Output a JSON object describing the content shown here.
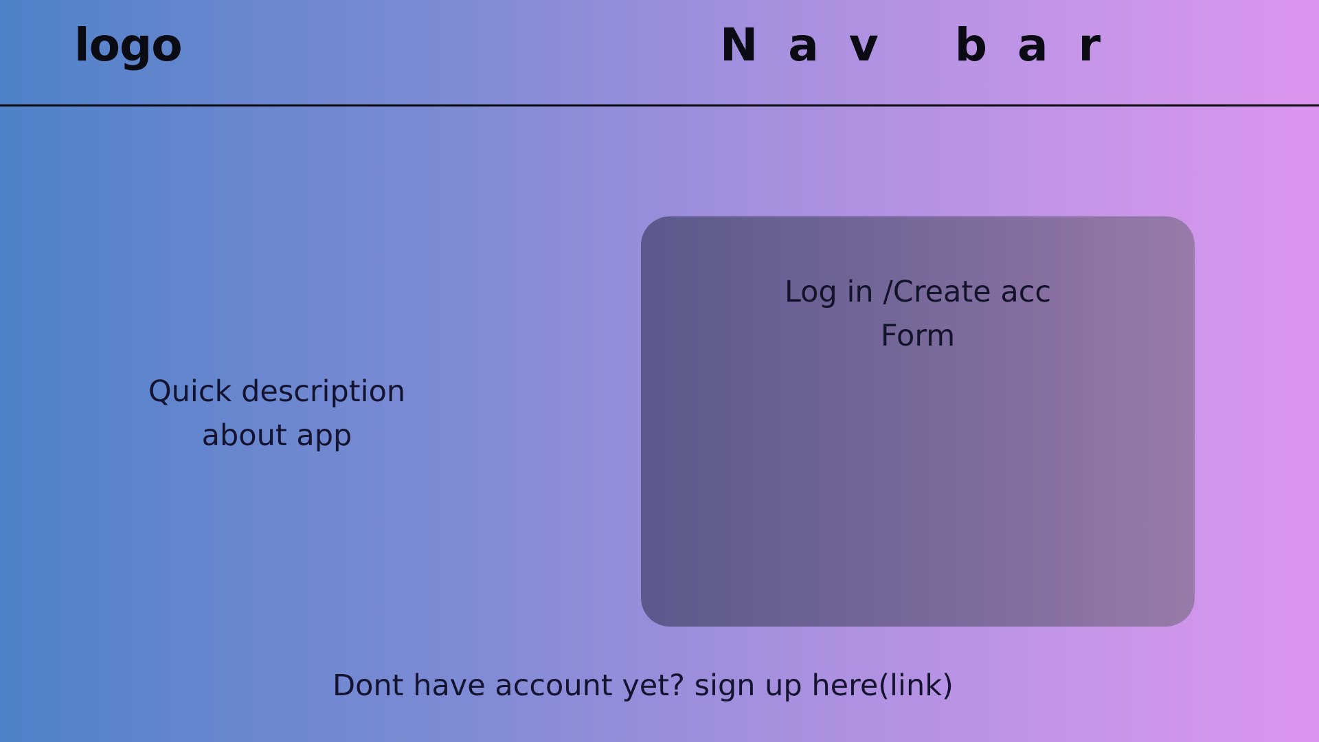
{
  "header": {
    "logo_text": "logo",
    "navbar_text": "Nav bar"
  },
  "main": {
    "description": {
      "line1": "Quick description",
      "line2": "about app"
    },
    "form": {
      "line1": "Log in /Create acc",
      "line2": "Form"
    },
    "signup_link_text": "Dont have account yet? sign up here(link)"
  },
  "colors": {
    "gradient_start": "#4f82c8",
    "gradient_end": "#dc95ef",
    "card_start": "#5b5a8c",
    "card_end": "#977ba9",
    "divider": "#0b0b10"
  }
}
